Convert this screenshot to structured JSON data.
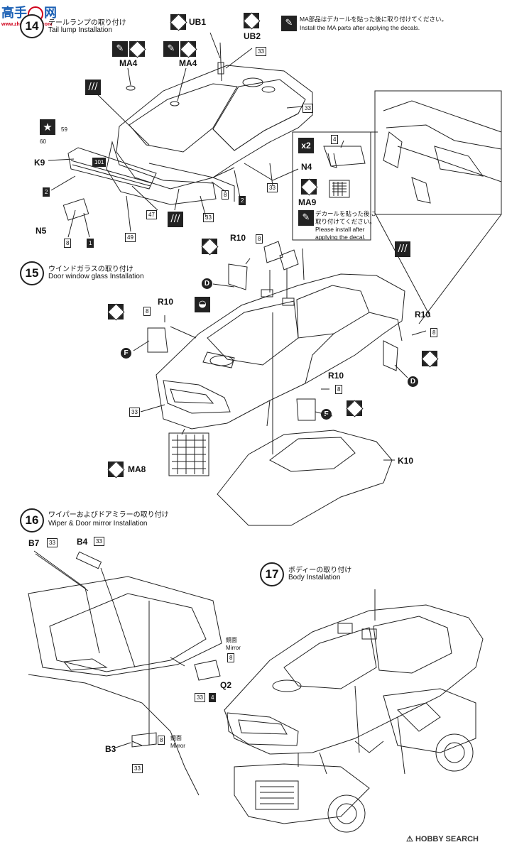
{
  "watermark": {
    "logo_cn": "高手",
    "logo_net": "网",
    "logo_url": "www.zhgaoshou.com",
    "credit": "HOBBY SEARCH"
  },
  "steps": [
    {
      "number": "14",
      "title_jp": "テールランプの取り付け",
      "title_en": "Tail lump Installation"
    },
    {
      "number": "15",
      "title_jp": "ウインドガラスの取り付け",
      "title_en": "Door window glass Installation"
    },
    {
      "number": "16",
      "title_jp": "ワイパーおよびドアミラーの取り付け",
      "title_en": "Wiper & Door mirror Installation"
    },
    {
      "number": "17",
      "title_jp": "ボディーの取り付け",
      "title_en": "Body Installation"
    }
  ],
  "notes": {
    "ma_parts_jp": "MA部品はデカールを貼った後に取り付けてください。",
    "ma_parts_en": "Install the MA parts after applying the decals.",
    "decal_jp": "デカールを貼った後に",
    "decal_jp2": "取り付けてください。",
    "decal_en1": "Please install after",
    "decal_en2": "applying the decal."
  },
  "parts": {
    "ub1": "UB1",
    "ub2": "UB2",
    "ma4a": "MA4",
    "ma4b": "MA4",
    "k9": "K9",
    "n5": "N5",
    "n4": "N4",
    "ma9": "MA9",
    "r10a": "R10",
    "r10b": "R10",
    "r10c": "R10",
    "r10d": "R10",
    "ma8": "MA8",
    "k10": "K10",
    "b7": "B7",
    "b4": "B4",
    "b3": "B3",
    "q2": "Q2"
  },
  "colors": {
    "n1": "1",
    "n2": "2",
    "n4": "4",
    "n8": "8",
    "n33": "33",
    "n47": "47",
    "n49": "49",
    "n59": "59",
    "n60": "60",
    "n101": "101"
  },
  "circles": {
    "d": "D",
    "f": "F"
  },
  "mirror": {
    "jp": "鏡面",
    "en": "Mirror"
  },
  "multiplier": "x2"
}
